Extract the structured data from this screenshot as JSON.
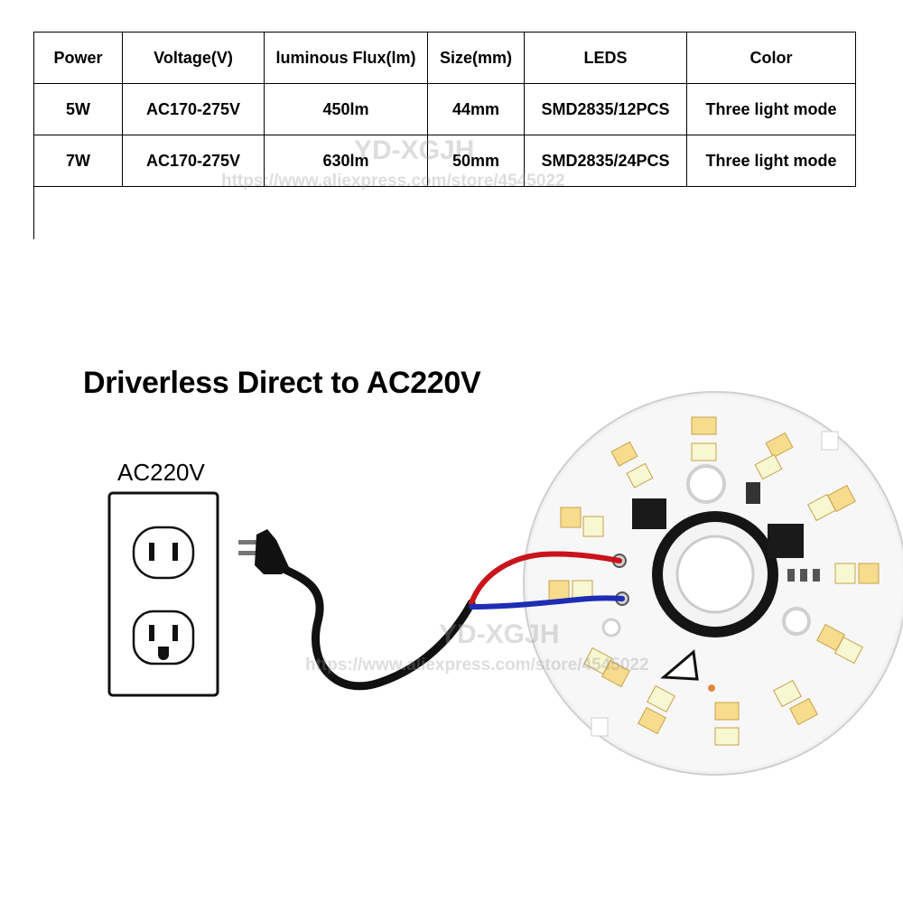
{
  "spec_table": {
    "headers": [
      "Power",
      "Voltage(V)",
      "luminous Flux(lm)",
      "Size(mm)",
      "LEDS",
      "Color"
    ],
    "rows": [
      [
        "5W",
        "AC170-275V",
        "450lm",
        "44mm",
        "SMD2835/12PCS",
        "Three light mode"
      ],
      [
        "7W",
        "AC170-275V",
        "630lm",
        "50mm",
        "SMD2835/24PCS",
        "Three light mode"
      ]
    ]
  },
  "diagram": {
    "title": "Driverless Direct to AC220V",
    "outlet_label": "AC220V"
  },
  "watermark": {
    "brand": "YD-XGJH",
    "url": "https://www.aliexpress.com/store/4545022"
  },
  "colors": {
    "wire_positive": "#c8141a",
    "wire_negative": "#1e2db4",
    "led_warm": "#f7dc8e",
    "led_cool": "#f7f7d2"
  }
}
